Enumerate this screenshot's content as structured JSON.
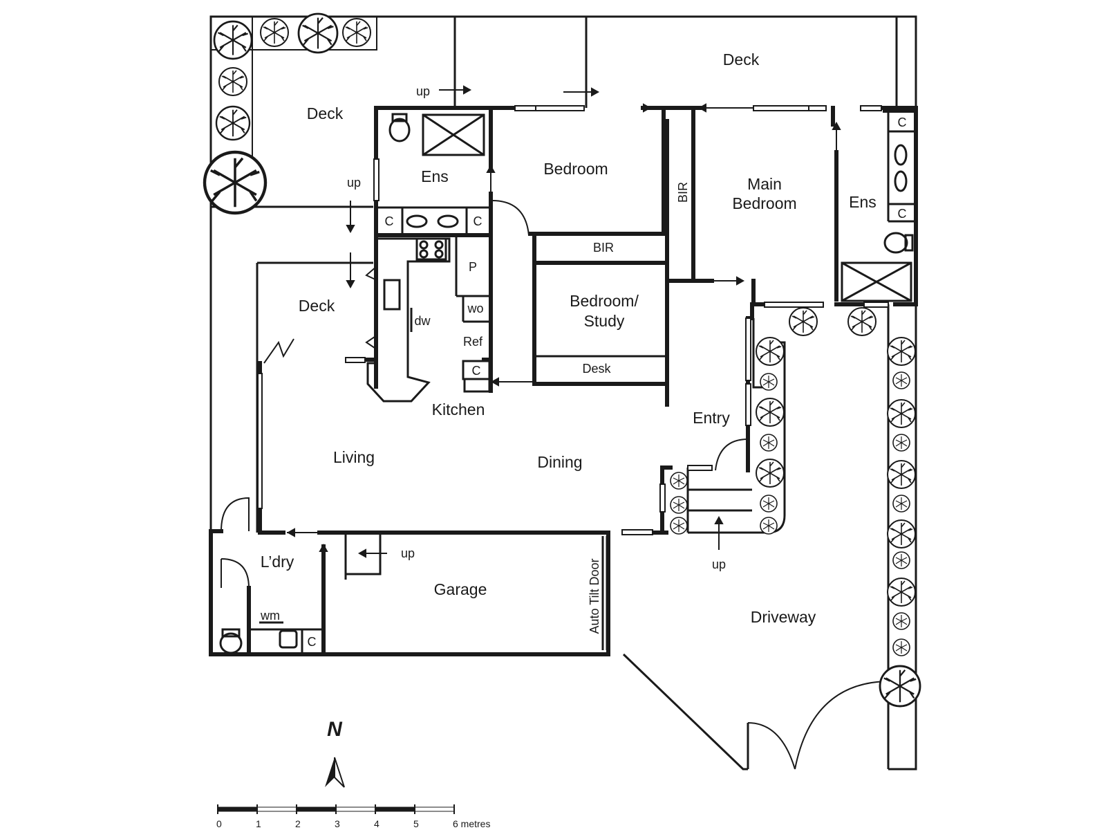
{
  "rooms": {
    "deck_north": "Deck",
    "deck_northwest": "Deck",
    "deck_west": "Deck",
    "ensuite_1": "Ens",
    "bedroom": "Bedroom",
    "bir_1": "BIR",
    "bir_2": "BIR",
    "main_bedroom_line1": "Main",
    "main_bedroom_line2": "Bedroom",
    "ensuite_2": "Ens",
    "bedroom_study_line1": "Bedroom/",
    "bedroom_study_line2": "Study",
    "desk": "Desk",
    "kitchen": "Kitchen",
    "living": "Living",
    "dining": "Dining",
    "entry": "Entry",
    "laundry": "L’dry",
    "garage": "Garage",
    "driveway": "Driveway",
    "auto_tilt_door": "Auto Tilt Door"
  },
  "fixtures": {
    "pantry": "P",
    "wall_oven": "wo",
    "fridge": "Ref",
    "dishwasher": "dw",
    "washing_machine": "wm",
    "cupboard": "C"
  },
  "annotations": {
    "up": "up"
  },
  "north": "N",
  "scale": {
    "ticks": [
      "0",
      "1",
      "2",
      "3",
      "4",
      "5",
      "6 metres"
    ]
  },
  "colors": {
    "wall": "#1a1a1a",
    "background": "#ffffff"
  }
}
